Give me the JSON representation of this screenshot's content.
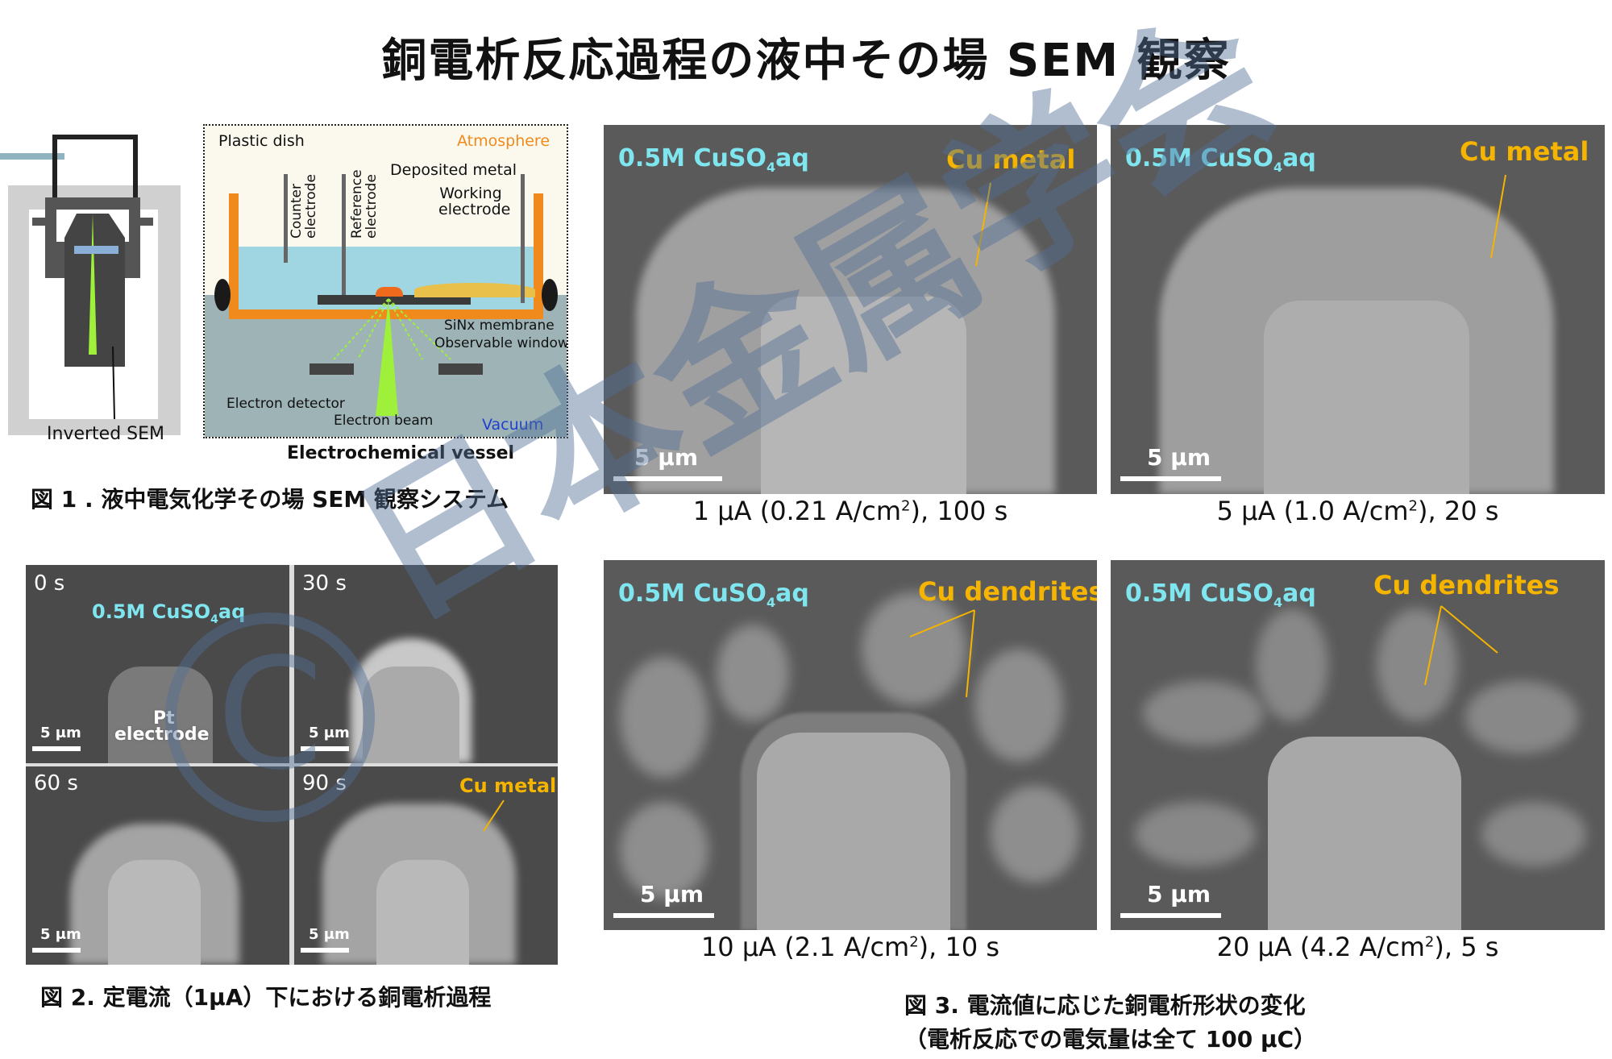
{
  "title": "銅電析反応過程の液中その場 SEM 観察",
  "fig1": {
    "caption": "図 1 . 液中電気化学その場 SEM 観察システム",
    "inverted_sem": "Inverted SEM",
    "vessel_title": "Electrochemical vessel",
    "labels": {
      "plastic_dish": "Plastic dish",
      "atmosphere": "Atmosphere",
      "counter": "Counter electrode",
      "reference": "Reference electrode",
      "deposited": "Deposited metal",
      "working": "Working electrode",
      "sinx": "SiNx membrane",
      "window": "Observable window",
      "detector": "Electron detector",
      "beam": "Electron beam",
      "vacuum": "Vacuum"
    }
  },
  "fig2": {
    "caption": "図 2. 定電流（1μA）下における銅電析過程",
    "solution": "0.5M CuSO",
    "sub4": "4",
    "aq": "aq",
    "pt_label": "Pt",
    "electrode_label": "electrode",
    "cu_metal": "Cu metal",
    "scale": "5 μm",
    "panels": [
      {
        "time": "0 s"
      },
      {
        "time": "30 s"
      },
      {
        "time": "60 s"
      },
      {
        "time": "90 s"
      }
    ]
  },
  "fig3": {
    "caption_line1": "図 3. 電流値に応じた銅電析形状の変化",
    "caption_line2": "（電析反応での電気量は全て 100 μC）",
    "scale": "5 μm",
    "solution": "0.5M CuSO",
    "sub4": "4",
    "aq": "aq",
    "panels": [
      {
        "label": "Cu metal",
        "cond_a": "1 μA (0.21 A/cm",
        "cond_b": "), 100 s",
        "sup": "2"
      },
      {
        "label": "Cu metal",
        "cond_a": "5 μA (1.0 A/cm",
        "cond_b": "), 20 s",
        "sup": "2"
      },
      {
        "label": "Cu dendrites",
        "cond_a": "10 μA (2.1 A/cm",
        "cond_b": "), 10 s",
        "sup": "2"
      },
      {
        "label": "Cu dendrites",
        "cond_a": "20 μA (4.2 A/cm",
        "cond_b": "), 5 s",
        "sup": "2"
      }
    ]
  },
  "watermark": "日本金属学会",
  "watermark_symbol": "C",
  "colors": {
    "cyan": "#7fe6f0",
    "orange": "#f5b400",
    "atmosphere": "#f08a1c",
    "vacuum": "#1f3fd0"
  }
}
